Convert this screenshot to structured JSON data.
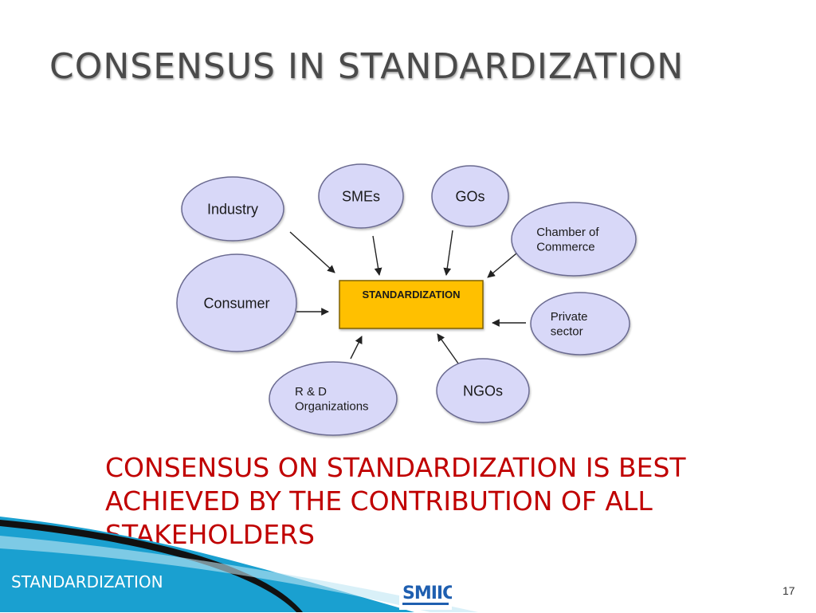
{
  "slide": {
    "title": "CONSENSUS IN STANDARDIZATION",
    "caption": "CONSENSUS ON STANDARDIZATION IS BEST\nACHIEVED BY THE CONTRIBUTION OF ALL\nSTAKEHOLDERS",
    "footer_label": "STANDARDIZATION",
    "page_number": "17",
    "logo_text": "SMIIC"
  },
  "diagram": {
    "center": {
      "label": "STANDARDIZATION"
    },
    "stakeholders": [
      {
        "id": "industry",
        "lines": [
          "Industry"
        ]
      },
      {
        "id": "smes",
        "lines": [
          "SMEs"
        ]
      },
      {
        "id": "gos",
        "lines": [
          "GOs"
        ]
      },
      {
        "id": "chamber-of-commerce",
        "lines": [
          "Chamber of",
          "Commerce"
        ]
      },
      {
        "id": "consumer",
        "lines": [
          "Consumer"
        ]
      },
      {
        "id": "private-sector",
        "lines": [
          "Private",
          "sector"
        ]
      },
      {
        "id": "r-and-d-organizations",
        "lines": [
          "R & D",
          "Organizations"
        ]
      },
      {
        "id": "ngos",
        "lines": [
          "NGOs"
        ]
      }
    ]
  },
  "colors": {
    "ellipse_fill": "#d8d8f8",
    "ellipse_stroke": "#6a6a90",
    "center_fill": "#ffc000",
    "center_stroke": "#7f6000",
    "title": "#4a4a4a",
    "caption": "#c00000",
    "footer_blue": "#1aa0d0",
    "footer_black": "#111111"
  }
}
